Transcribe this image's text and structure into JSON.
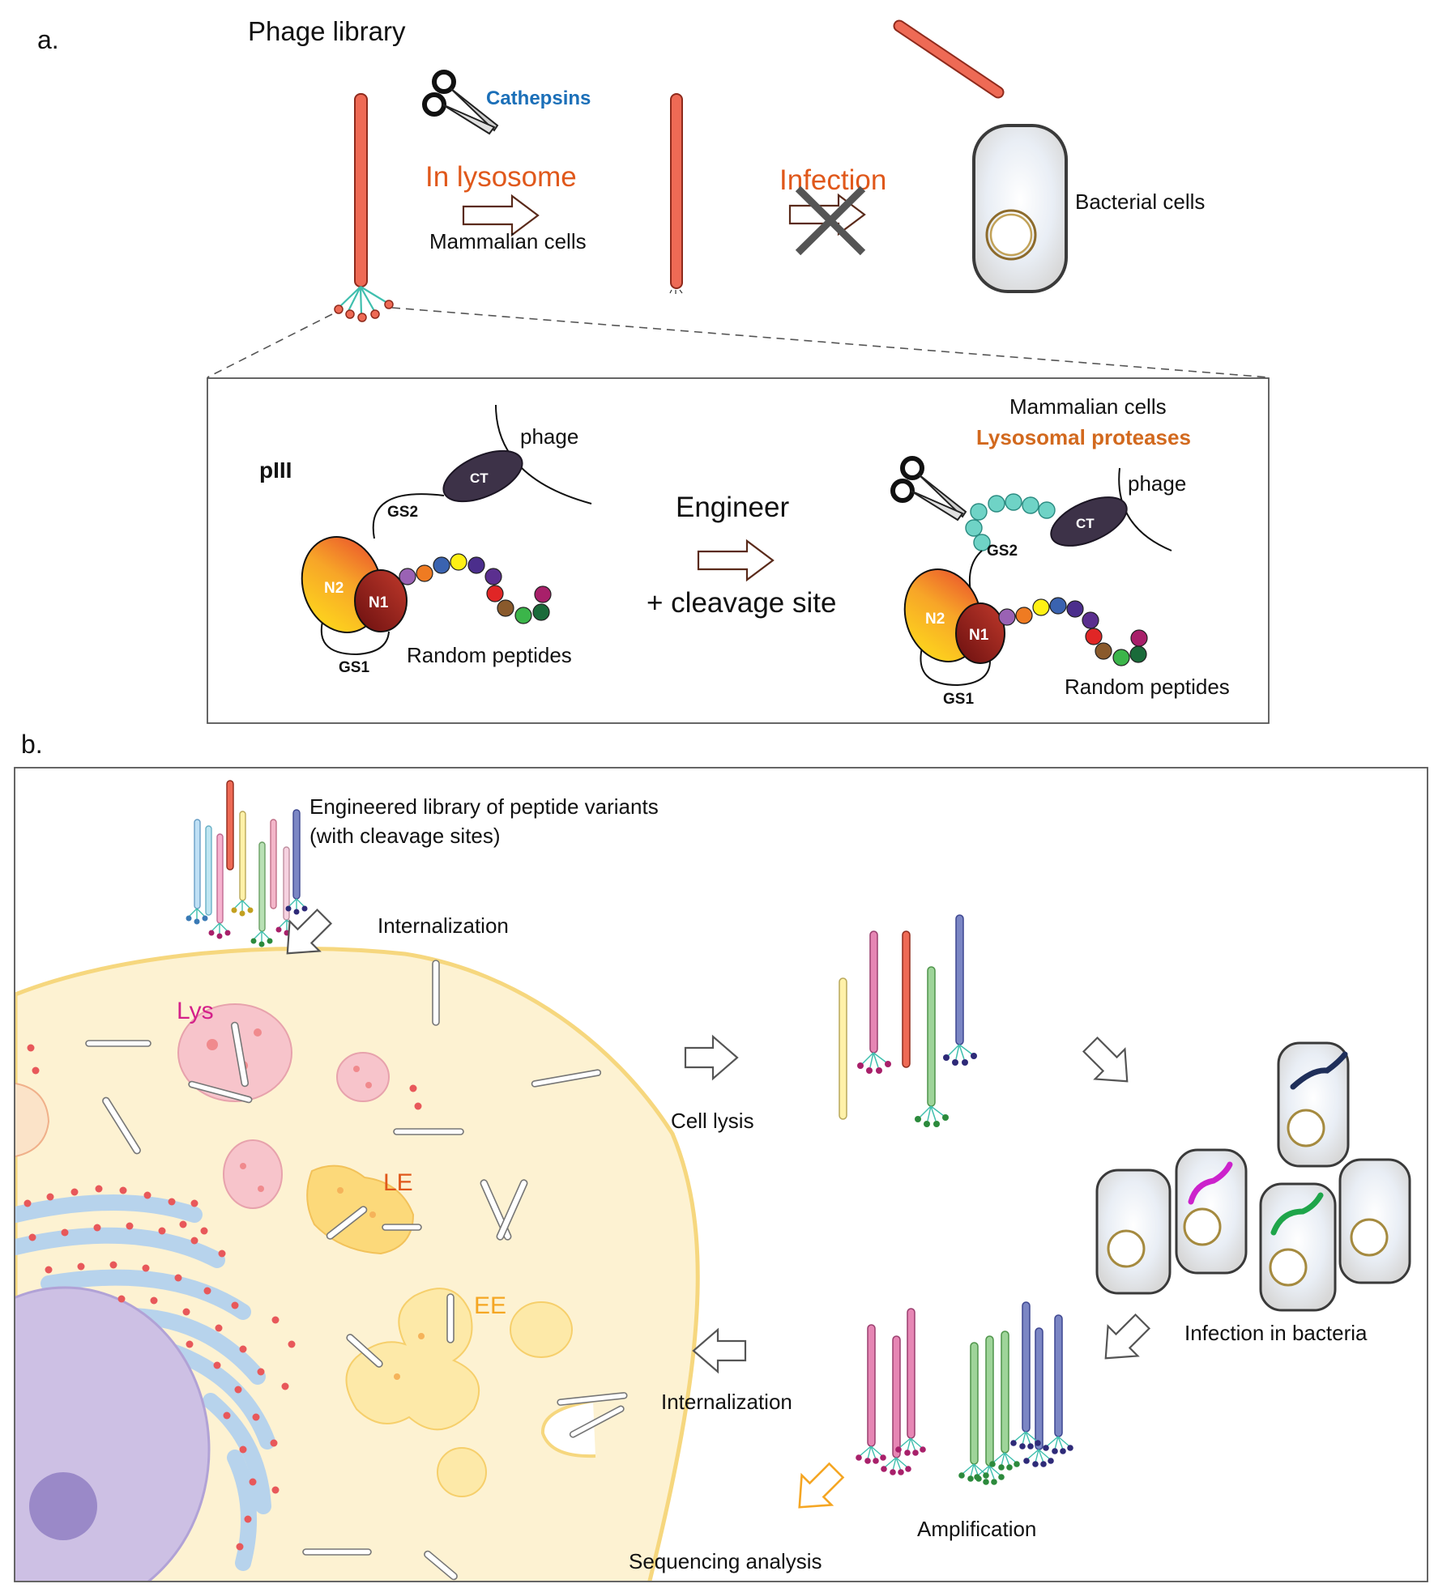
{
  "colors": {
    "phage": "#ee6a55",
    "phage_stroke": "#8f2a1c",
    "tail": "#3fbfae",
    "blue_label": "#1b6fb8",
    "orange_label": "#e0581b",
    "protease_label": "#d2691e",
    "cell_fill": "#fdf2d2",
    "cell_edge": "#f6d77e",
    "er": "#b7d3ec",
    "lys": "#f7c4cb",
    "endosome": "#fcd97a",
    "nucleus": "#cdc0e4",
    "bact": "#dedede"
  },
  "panel_a": {
    "label": "a.",
    "title": "Phage library",
    "cathepsins": "Cathepsins",
    "in_lysosome": "In lysosome",
    "mammalian_cells": "Mammalian cells",
    "infection": "Infection",
    "bacterial_cells": "Bacterial cells",
    "inset": {
      "piii": "pIII",
      "phage": "phage",
      "ct": "CT",
      "gs2": "GS2",
      "n2": "N2",
      "n1": "N1",
      "gs1": "GS1",
      "random_peptides": "Random peptides",
      "engineer": "Engineer",
      "cleavage_site": "+ cleavage site",
      "mammalian_cells": "Mammalian cells",
      "lysosomal_proteases": "Lysosomal proteases",
      "phage_right": "phage",
      "ct_right": "CT",
      "gs2_right": "GS2",
      "n2_right": "N2",
      "n1_right": "N1",
      "gs1_right": "GS1",
      "random_peptides_right": "Random peptides"
    }
  },
  "panel_b": {
    "label": "b.",
    "library_line1": "Engineered library of peptide variants",
    "library_line2": "(with cleavage sites)",
    "internalization_top": "Internalization",
    "lys": "Lys",
    "le": "LE",
    "ee": "EE",
    "cell_lysis": "Cell lysis",
    "infection_in_bacteria": "Infection in bacteria",
    "internalization_bottom": "Internalization",
    "amplification": "Amplification",
    "sequencing_analysis": "Sequencing analysis"
  }
}
